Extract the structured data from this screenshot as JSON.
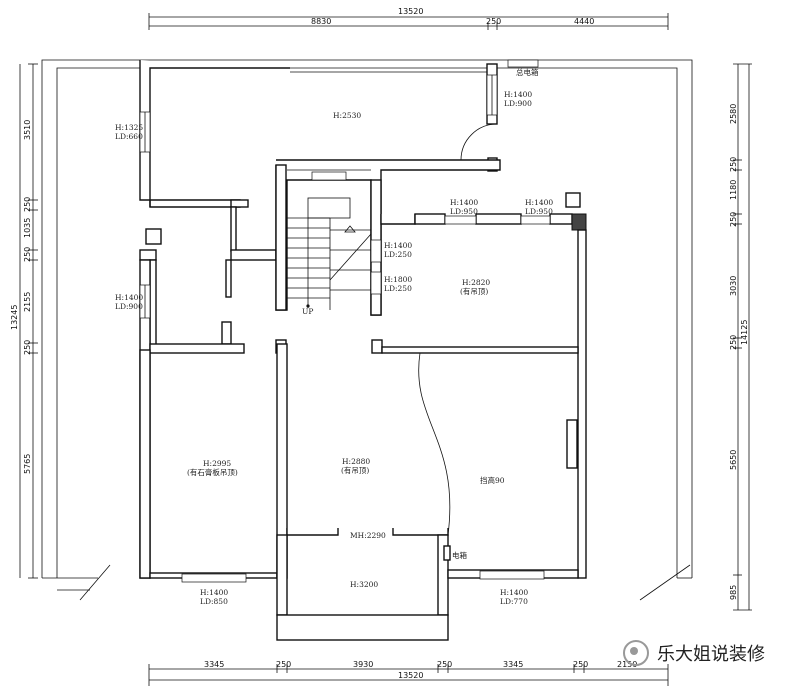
{
  "dimensions": {
    "top_total": "13520",
    "top_segments": [
      "8830",
      "250",
      "4440"
    ],
    "bottom_total": "13520",
    "bottom_segments": [
      "3345",
      "250",
      "3930",
      "250",
      "3345",
      "250",
      "2150"
    ],
    "left_total": "13245",
    "left_segments": [
      "3510",
      "250",
      "1035",
      "250",
      "2155",
      "250",
      "5765"
    ],
    "right_total": "14125",
    "right_segments": [
      "2580",
      "250",
      "1180",
      "250",
      "3030",
      "250",
      "5650",
      "985"
    ]
  },
  "labels": {
    "elec_box_top": "总电箱",
    "win_top_right": "H:1400",
    "win_top_right_ld": "LD:900",
    "ceiling_top": "H:2530",
    "win_left_top": "H:1325",
    "win_left_top_ld": "LD:660",
    "win_mid1": "H:1400",
    "win_mid1_ld": "LD:950",
    "win_mid2": "H:1400",
    "win_mid2_ld": "LD:950",
    "stair_win1": "H:1400",
    "stair_win1_ld": "LD:250",
    "stair_win2": "H:1800",
    "stair_win2_ld": "LD:250",
    "stair_up": "UP",
    "right_room_h": "H:2820",
    "right_room_note": "(有吊顶)",
    "win_left_mid": "H:1400",
    "win_left_mid_ld": "LD:900",
    "left_room_h": "H:2995",
    "left_room_note": "(有石膏板吊顶)",
    "center_room_h": "H:2880",
    "center_room_note": "(有吊顶)",
    "right_big_room": "挡高90",
    "beam": "MH:2290",
    "porch_h": "H:3200",
    "elec_box": "电箱",
    "win_bottom_left": "H:1400",
    "win_bottom_left_ld": "LD:850",
    "win_bottom_right": "H:1400",
    "win_bottom_right_ld": "LD:770"
  },
  "watermark": "乐大姐说装修"
}
